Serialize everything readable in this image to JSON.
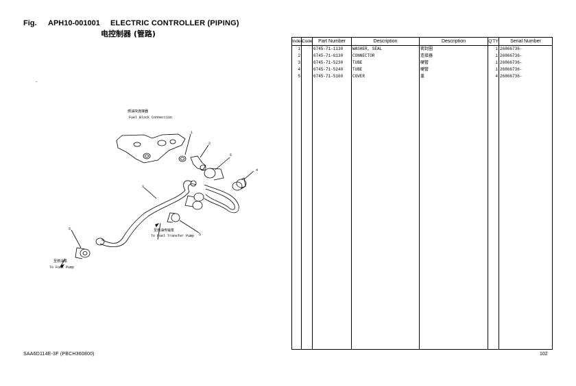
{
  "header": {
    "fig_label": "Fig.",
    "fig_code": "APH10-001001",
    "title": "ELECTRIC CONTROLLER (PIPING)",
    "title_cn": "电控制器 (管路)"
  },
  "diagram": {
    "labels": {
      "fuel_block_cn": "燃油块连接器",
      "fuel_block_en": "Fuel Block Connection",
      "transfer_pump_cn": "至燃油传输泵",
      "transfer_pump_en": "To Fuel Transfer Pump",
      "fuel_pump_cn": "至燃油泵",
      "fuel_pump_en": "To Fuel Pump"
    },
    "callouts": [
      "1",
      "2",
      "3",
      "4",
      "5",
      "5",
      "5"
    ]
  },
  "parts_table": {
    "headers": [
      "Index",
      "Code",
      "Part Number",
      "Description",
      "Description",
      "Q'TY",
      "Serial Number"
    ],
    "rows": [
      {
        "index": "1",
        "code": "",
        "part_number": "6745-71-1130",
        "desc_en": "WASHER, SEAL",
        "desc_cn": "密封圈",
        "qty": "1",
        "serial": "26866736-"
      },
      {
        "index": "2",
        "code": "",
        "part_number": "6745-71-6130",
        "desc_en": "CONNECTOR",
        "desc_cn": "连接器",
        "qty": "1",
        "serial": "26866736-"
      },
      {
        "index": "3",
        "code": "",
        "part_number": "6745-71-5230",
        "desc_en": "TUBE",
        "desc_cn": "硬管",
        "qty": "1",
        "serial": "26866736-"
      },
      {
        "index": "4",
        "code": "",
        "part_number": "6745-71-5240",
        "desc_en": "TUBE",
        "desc_cn": "硬管",
        "qty": "1",
        "serial": "26866736-"
      },
      {
        "index": "5",
        "code": "",
        "part_number": "6745-71-5160",
        "desc_en": "COVER",
        "desc_cn": "盖",
        "qty": "4",
        "serial": "26866736-"
      }
    ]
  },
  "footer": {
    "left": "SAA6D114E-3F (PBCH360800)",
    "page": "102"
  }
}
